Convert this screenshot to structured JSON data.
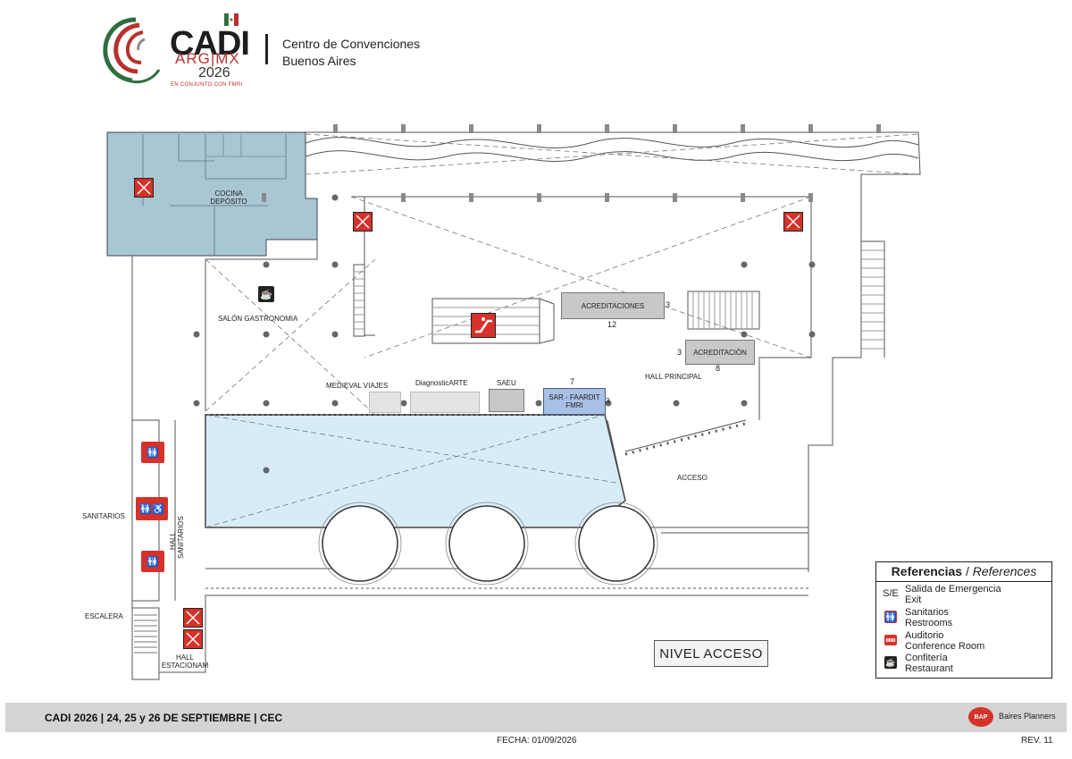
{
  "header": {
    "logo": {
      "name": "CADI",
      "countries": "ARG|MX",
      "year": "2026",
      "tagline": "EN CONJUNTO CON FMRI"
    },
    "venue_line1": "Centro de Convenciones",
    "venue_line2": "Buenos Aires"
  },
  "plan": {
    "areas": {
      "kitchen_line1": "COCINA",
      "kitchen_line2": "DEPÓSITO",
      "gastronomy": "SALÓN GASTRONOMIA",
      "main_hall": "HALL PRINCIPAL",
      "access": "ACCESO",
      "restrooms": "SANITARIOS",
      "restrooms_hall_line1": "HALL",
      "restrooms_hall_line2": "SANITARIOS",
      "stairs": "ESCALERA",
      "parking_hall_line1": "HALL",
      "parking_hall_line2": "ESTACIONAM"
    },
    "booths": {
      "acreditaciones": "ACREDITACIONES",
      "acreditacion": "ACREDITACIÓN",
      "medieval": "MEDIEVAL VIAJES",
      "diagnosticarte": "DiagnosticARTE",
      "saeu": "SAEU",
      "sar_line1": "SAR - FAARDIT",
      "sar_line2": "FMRI"
    },
    "numbers": {
      "acreditaciones_side": "3",
      "acreditaciones_count": "12",
      "acreditacion_side": "3",
      "acreditacion_count": "8",
      "sar_count": "7",
      "sar_side": "3"
    },
    "level": "NIVEL ACCESO"
  },
  "legend": {
    "title_es": "Referencias",
    "title_en": "References",
    "items": [
      {
        "symbol": "S/E",
        "es": "Salida de Emergencia",
        "en": "Exit",
        "icon": "exit-sign"
      },
      {
        "symbol": "",
        "es": "Sanitarios",
        "en": "Restrooms",
        "icon": "restroom-icon"
      },
      {
        "symbol": "",
        "es": "Auditorio",
        "en": "Conference Room",
        "icon": "auditorium-icon"
      },
      {
        "symbol": "",
        "es": "Confitería",
        "en": "Restaurant",
        "icon": "cafe-icon"
      }
    ]
  },
  "footer": {
    "event": "CADI 2026 | 24, 25 y 26 DE SEPTIEMBRE | CEC",
    "company": "Baires Planners",
    "company_logo": "BAP",
    "date": "FECHA:  01/09/2026",
    "revision": "REV.  11"
  },
  "colors": {
    "accent_red": "#d6322a",
    "kitchen_blue": "#a9c6d3",
    "hall_blue": "#d8ecf8",
    "booth_blue": "#a8bfe6",
    "footer_gray": "#d4d4d4"
  }
}
